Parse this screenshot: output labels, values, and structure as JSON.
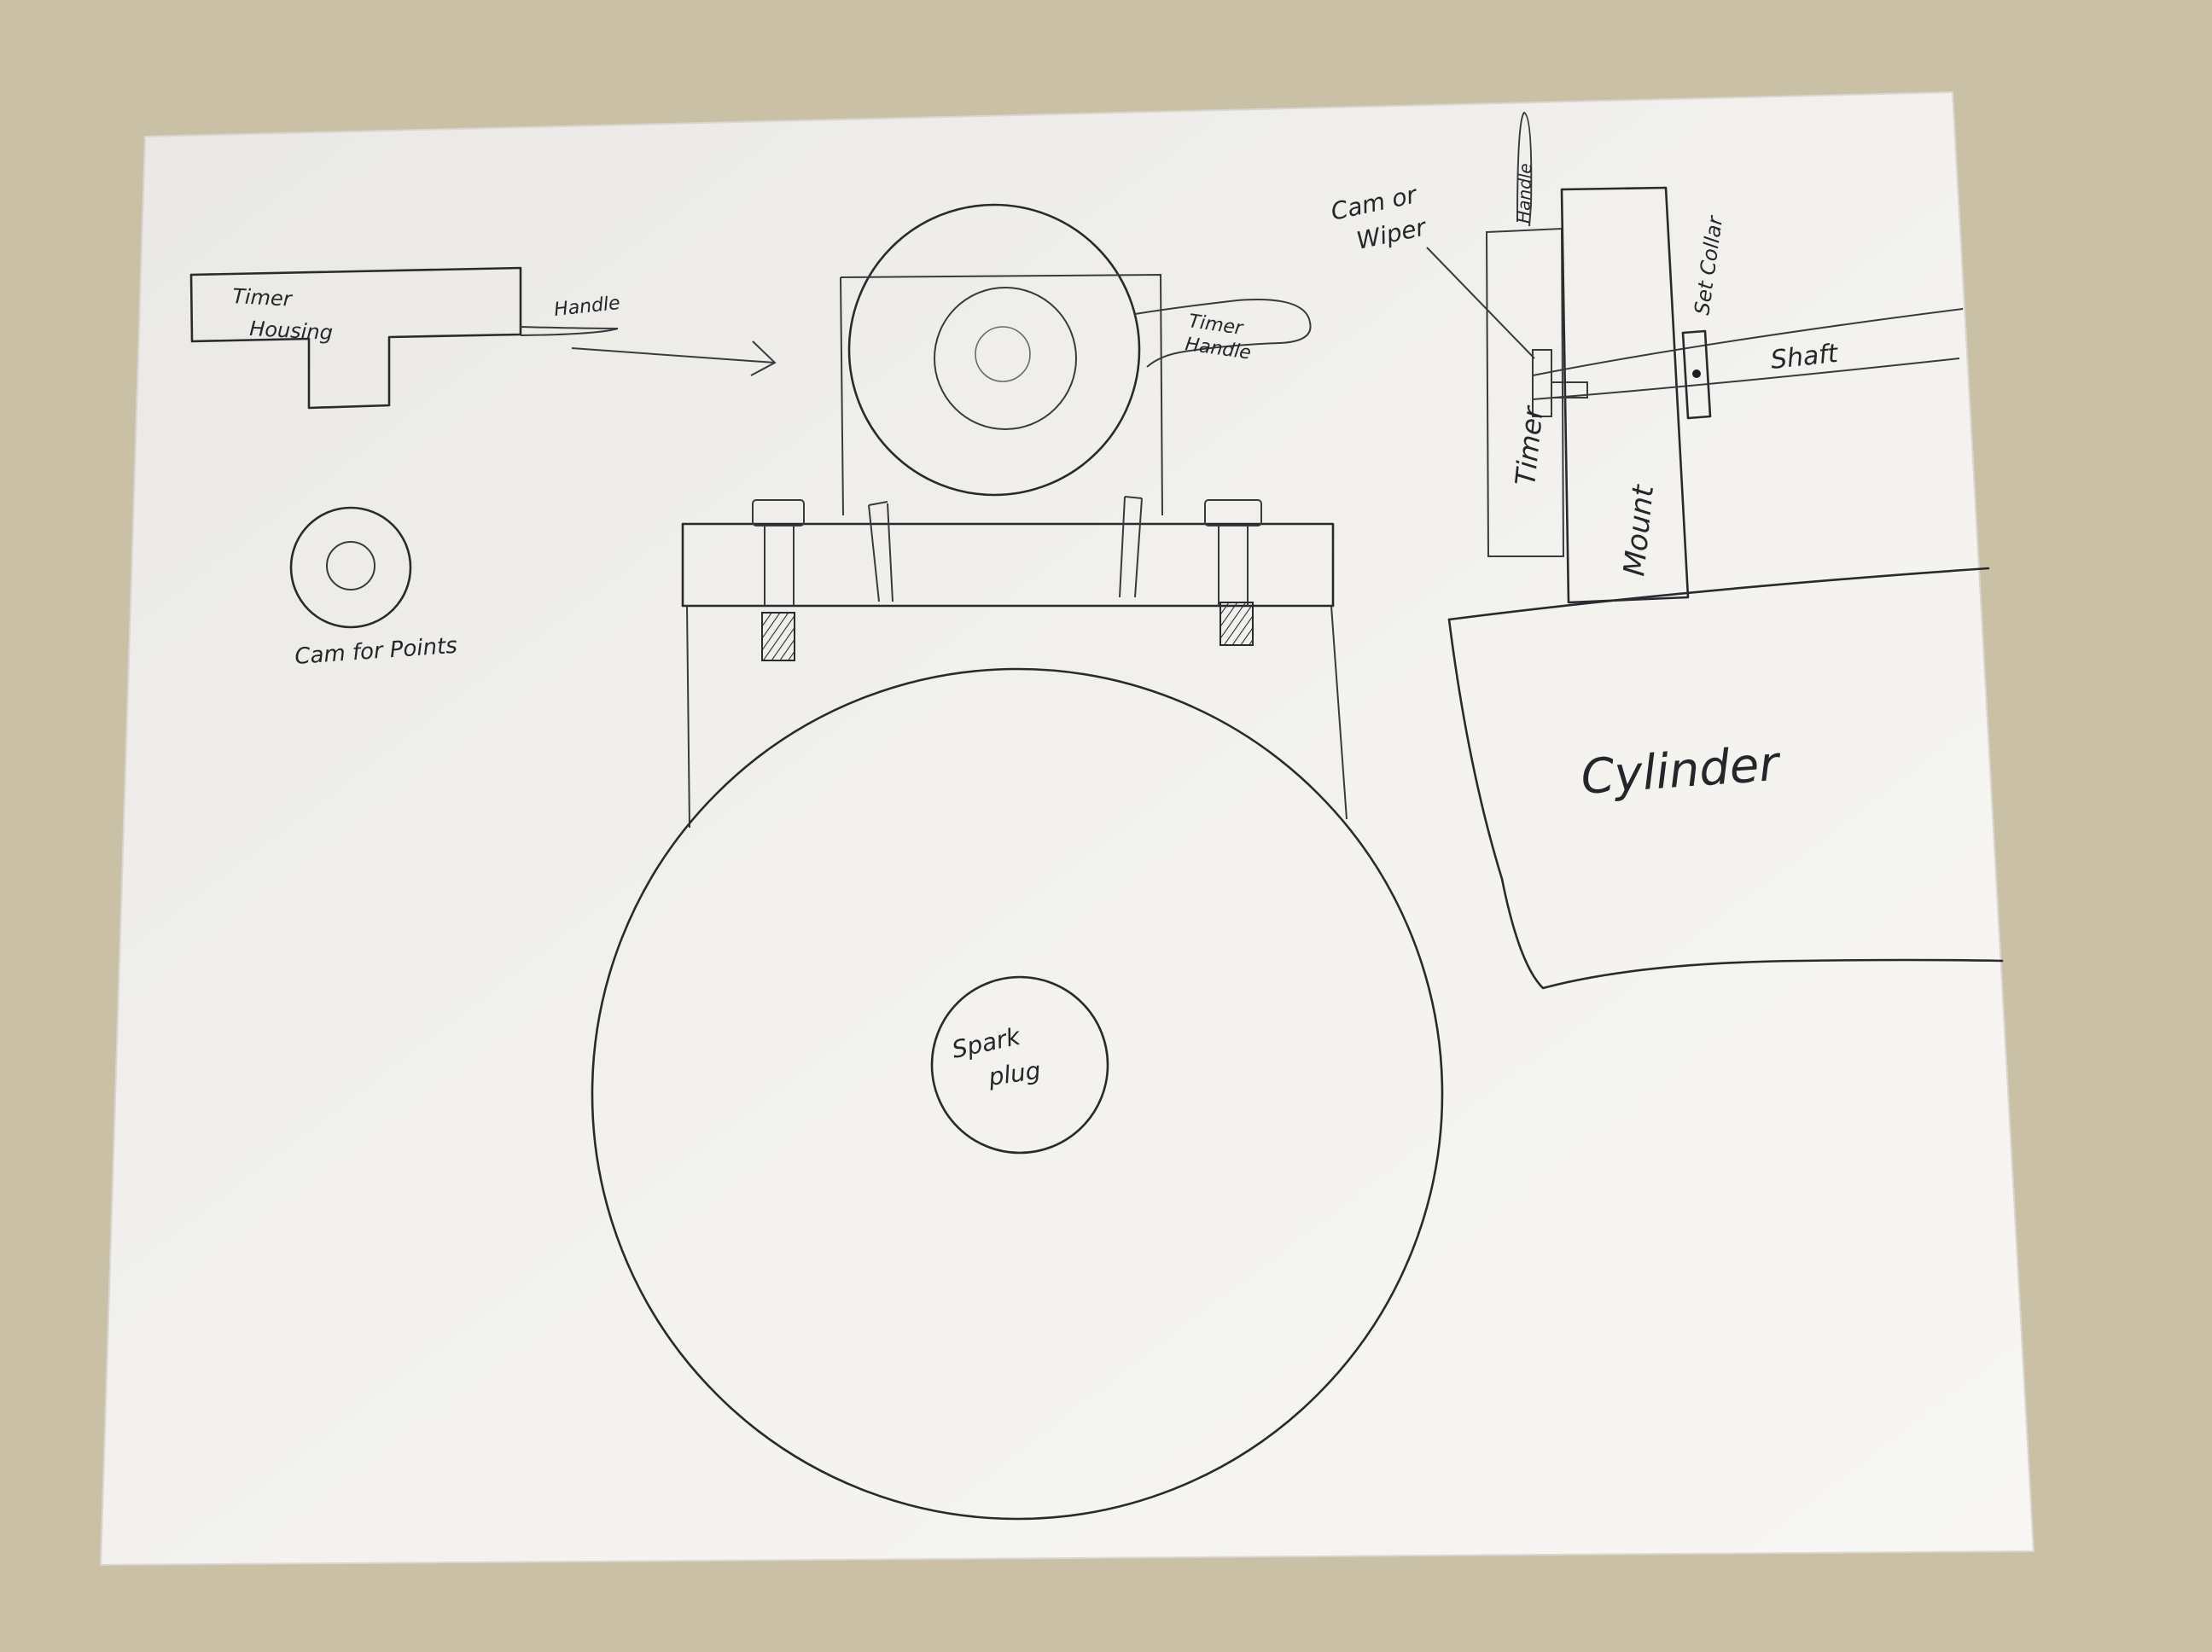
{
  "labels": {
    "timer_housing_l1": "Timer",
    "timer_housing_l2": "Housing",
    "handle": "Handle",
    "cam_for_points": "Cam for Points",
    "timer_handle_l1": "Timer",
    "timer_handle_l2": "Handle",
    "spark_plug_l1": "Spark",
    "spark_plug_l2": "plug",
    "cam_or_wiper_l1": "Cam or",
    "cam_or_wiper_l2": "Wiper",
    "handle_side": "Handle",
    "set_collar": "Set Collar",
    "shaft": "Shaft",
    "timer_side": "Timer",
    "mount": "Mount",
    "cylinder": "Cylinder"
  },
  "colors": {
    "table": "#c9c0a6",
    "paper": "#f4f3ef",
    "ink": "#2a2a2e"
  }
}
